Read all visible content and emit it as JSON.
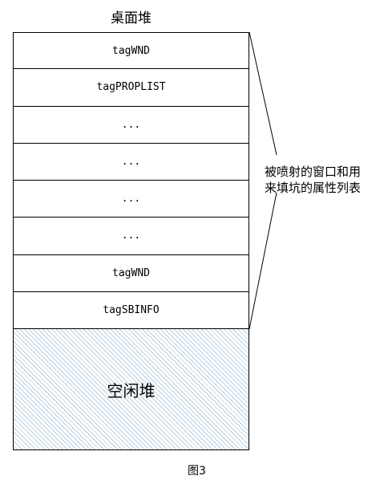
{
  "diagram": {
    "title": "桌面堆",
    "cells": [
      "tagWND",
      "tagPROPLIST",
      "...",
      "...",
      "...",
      "...",
      "tagWND",
      "tagSBINFO"
    ],
    "free_label": "空闲堆",
    "annotation": [
      "被喷射的窗口和用",
      "来填坑的属性列表"
    ],
    "caption": "图3"
  }
}
